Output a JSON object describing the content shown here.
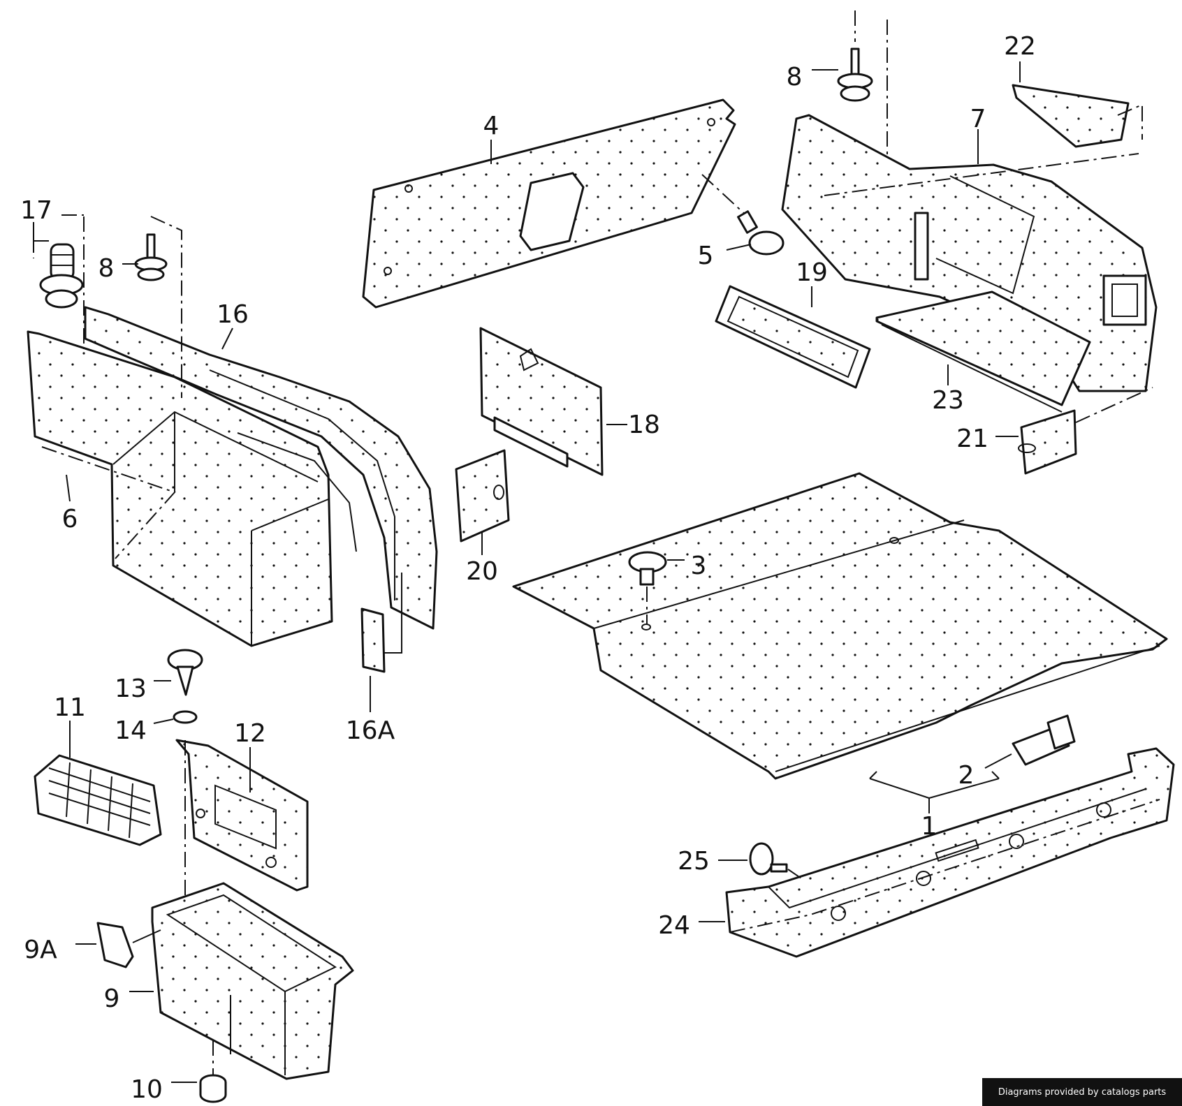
{
  "credit": "Diagrams provided by catalogs parts",
  "colors": {
    "line": "#111111",
    "paper": "#ffffff",
    "credit_bg": "#111111",
    "credit_text": "#ffffff"
  },
  "labels": [
    {
      "id": "1",
      "text": "1"
    },
    {
      "id": "2",
      "text": "2"
    },
    {
      "id": "3",
      "text": "3"
    },
    {
      "id": "4",
      "text": "4"
    },
    {
      "id": "5",
      "text": "5"
    },
    {
      "id": "6",
      "text": "6"
    },
    {
      "id": "7",
      "text": "7"
    },
    {
      "id": "8a",
      "text": "8"
    },
    {
      "id": "8b",
      "text": "8"
    },
    {
      "id": "9",
      "text": "9"
    },
    {
      "id": "9A",
      "text": "9A"
    },
    {
      "id": "10",
      "text": "10"
    },
    {
      "id": "11",
      "text": "11"
    },
    {
      "id": "12",
      "text": "12"
    },
    {
      "id": "13",
      "text": "13"
    },
    {
      "id": "14",
      "text": "14"
    },
    {
      "id": "16",
      "text": "16"
    },
    {
      "id": "16A",
      "text": "16A"
    },
    {
      "id": "17",
      "text": "17"
    },
    {
      "id": "18",
      "text": "18"
    },
    {
      "id": "19",
      "text": "19"
    },
    {
      "id": "20",
      "text": "20"
    },
    {
      "id": "21",
      "text": "21"
    },
    {
      "id": "22",
      "text": "22"
    },
    {
      "id": "23",
      "text": "23"
    },
    {
      "id": "24",
      "text": "24"
    },
    {
      "id": "25",
      "text": "25"
    }
  ]
}
